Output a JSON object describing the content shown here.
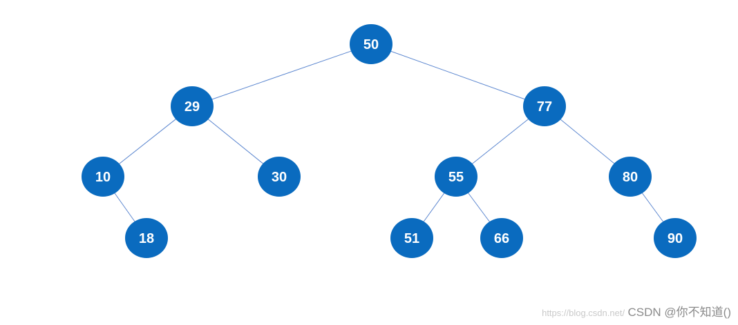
{
  "tree": {
    "node_color": "#0a6bbf",
    "edge_color": "#5b86cf",
    "label_color": "#ffffff",
    "nodes": [
      {
        "id": "n50",
        "label": "50"
      },
      {
        "id": "n29",
        "label": "29"
      },
      {
        "id": "n77",
        "label": "77"
      },
      {
        "id": "n10",
        "label": "10"
      },
      {
        "id": "n30",
        "label": "30"
      },
      {
        "id": "n55",
        "label": "55"
      },
      {
        "id": "n80",
        "label": "80"
      },
      {
        "id": "n18",
        "label": "18"
      },
      {
        "id": "n51",
        "label": "51"
      },
      {
        "id": "n66",
        "label": "66"
      },
      {
        "id": "n90",
        "label": "90"
      }
    ],
    "edges": [
      {
        "from": "n50",
        "to": "n29"
      },
      {
        "from": "n50",
        "to": "n77"
      },
      {
        "from": "n29",
        "to": "n10"
      },
      {
        "from": "n29",
        "to": "n30"
      },
      {
        "from": "n77",
        "to": "n55"
      },
      {
        "from": "n77",
        "to": "n80"
      },
      {
        "from": "n10",
        "to": "n18"
      },
      {
        "from": "n55",
        "to": "n51"
      },
      {
        "from": "n55",
        "to": "n66"
      },
      {
        "from": "n80",
        "to": "n90"
      }
    ]
  },
  "watermark": {
    "url_text": "https://blog.csdn.net/",
    "brand_text": "CSDN @你不知道()"
  }
}
